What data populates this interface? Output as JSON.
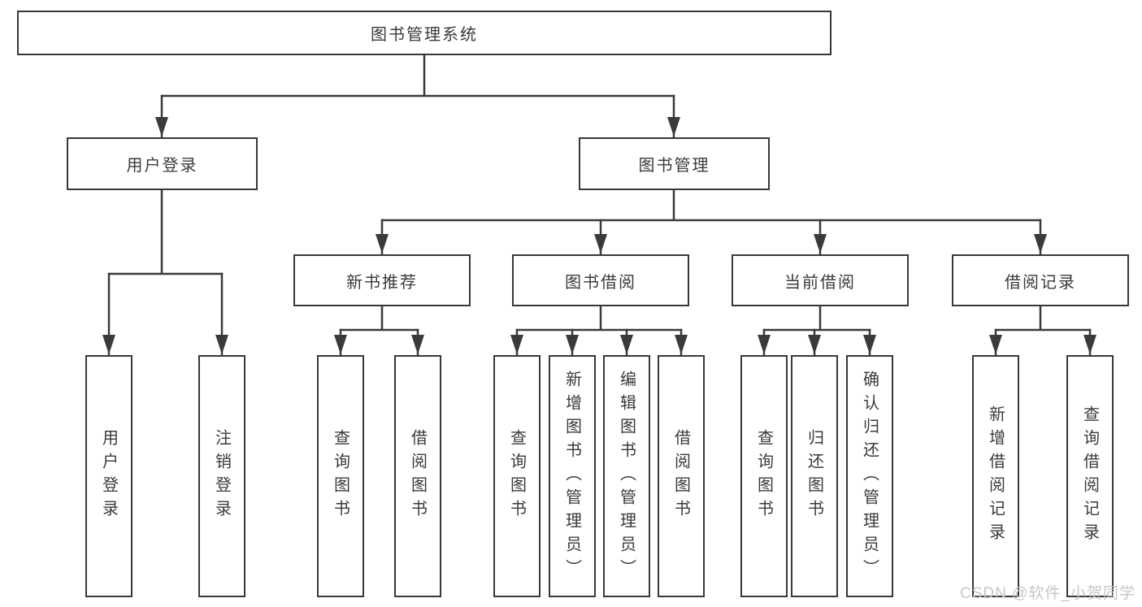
{
  "nodes": {
    "root": "图书管理系统",
    "level2": [
      "用户登录",
      "图书管理"
    ],
    "level3": [
      "新书推荐",
      "图书借阅",
      "当前借阅",
      "借阅记录"
    ],
    "leaves_user_login": [
      "用户登录",
      "注销登录"
    ],
    "leaves_new_book": [
      "查询图书",
      "借阅图书"
    ],
    "leaves_book_borrow": [
      "查询图书",
      "新增图书（管理员）",
      "编辑图书（管理员）",
      "借阅图书"
    ],
    "leaves_current_borrow": [
      "查询图书",
      "归还图书",
      "确认归还（管理员）"
    ],
    "leaves_borrow_record": [
      "新增借阅记录",
      "查询借阅记录"
    ]
  },
  "watermark": "CSDN @软件_小贺同学",
  "colors": {
    "line": "#3a3a3a",
    "box_border": "#383838",
    "text": "#3a3a3a",
    "watermark": "#c6c6c6",
    "background": "#ffffff"
  }
}
